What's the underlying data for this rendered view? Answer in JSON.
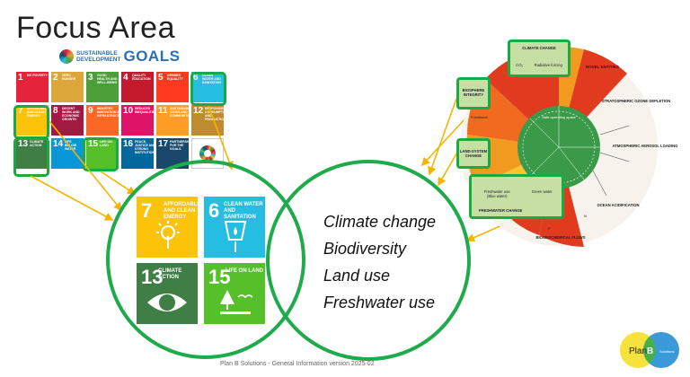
{
  "title": "Focus Area",
  "sdg_logo": {
    "line1": "SUSTAINABLE",
    "line2": "DEVELOPMENT",
    "word": "GOALS"
  },
  "sdg_tiles": [
    {
      "num": "1",
      "label": "No poverty",
      "color": "#e5243b"
    },
    {
      "num": "2",
      "label": "Zero hunger",
      "color": "#dda63a"
    },
    {
      "num": "3",
      "label": "Good health and well-being",
      "color": "#4c9f38"
    },
    {
      "num": "4",
      "label": "Quality education",
      "color": "#c5192d"
    },
    {
      "num": "5",
      "label": "Gender equality",
      "color": "#ff3a21"
    },
    {
      "num": "6",
      "label": "Clean water and sanitation",
      "color": "#26bde2"
    },
    {
      "num": "7",
      "label": "Affordable and clean energy",
      "color": "#fcc30b"
    },
    {
      "num": "8",
      "label": "Decent work and economic growth",
      "color": "#a21942"
    },
    {
      "num": "9",
      "label": "Industry, innovation and infrastructure",
      "color": "#fd6925"
    },
    {
      "num": "10",
      "label": "Reduced inequalities",
      "color": "#dd1367"
    },
    {
      "num": "11",
      "label": "Sustainable cities and communities",
      "color": "#fd9d24"
    },
    {
      "num": "12",
      "label": "Responsible consumption and production",
      "color": "#bf8b2e"
    },
    {
      "num": "13",
      "label": "Climate action",
      "color": "#3f7e44"
    },
    {
      "num": "14",
      "label": "Life below water",
      "color": "#0a97d9"
    },
    {
      "num": "15",
      "label": "Life on land",
      "color": "#56c02b"
    },
    {
      "num": "16",
      "label": "Peace, justice and strong institutions",
      "color": "#00689d"
    },
    {
      "num": "17",
      "label": "Partnerships for the goals",
      "color": "#19486a"
    },
    {
      "num": "",
      "label": "SDG",
      "color": "#ffffff"
    }
  ],
  "big_tiles": [
    {
      "num": "7",
      "label": "AFFORDABLE AND CLEAN ENERGY",
      "color": "#fcc30b"
    },
    {
      "num": "6",
      "label": "CLEAN WATER AND SANITATION",
      "color": "#26bde2"
    },
    {
      "num": "13",
      "label": "CLIMATE ACTION",
      "color": "#3f7e44"
    },
    {
      "num": "15",
      "label": "LIFE ON LAND",
      "color": "#56c02b"
    }
  ],
  "focus_items": [
    "Climate change",
    "Biodiversity",
    "Land use",
    "Freshwater use"
  ],
  "boundaries": {
    "climate_change": "CLIMATE CHANGE",
    "co2": "CO₂",
    "radiative": "Radiative forcing",
    "novel": "NOVEL ENTITIES",
    "ozone": "STRATOSPHERIC OZONE DEPLETION",
    "aerosol": "ATMOSPHERIC AEROSOL LOADING",
    "ocean": "OCEAN ACIDIFICATION",
    "biogeo": "BIOGEOCHEMICAL FLOWS",
    "p": "P",
    "n": "N",
    "biosphere": "BIOSPHERE INTEGRITY",
    "genetic": "Genetic",
    "functional": "Functional",
    "land_system": "LAND-SYSTEM CHANGE",
    "freshwater": "FRESHWATER CHANGE",
    "blue_water": "Freshwater use (Blue water)",
    "green_water": "Green water",
    "safe_space": "Safe operating space"
  },
  "footer": "Plan B Solutions - General Information version 2025-02",
  "company_logo": {
    "plan": "Plan",
    "b": "B",
    "solutions": "Solutions"
  },
  "colors": {
    "accent_green": "#1aaa42",
    "boundary_red": "#e03a1f"
  }
}
